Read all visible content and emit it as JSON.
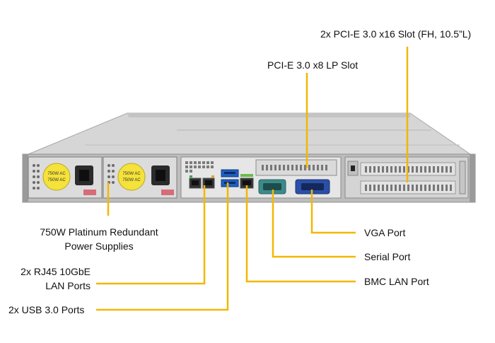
{
  "labels": {
    "pcie_x16": "2x PCI-E 3.0 x16 Slot (FH, 10.5”L)",
    "pcie_x8": "PCI-E 3.0 x8 LP Slot",
    "psu_line1": "750W Platinum Redundant",
    "psu_line2": "Power Supplies",
    "rj45_line1": "2x RJ45 10GbE",
    "rj45_line2": "LAN Ports",
    "usb": "2x USB 3.0 Ports",
    "vga": "VGA Port",
    "serial": "Serial Port",
    "bmc": "BMC LAN Port"
  },
  "psu_sticker_text": "750W AC",
  "colors": {
    "callout": "#f2b705",
    "chassis": "#c9c9c9",
    "panel": "#e9e9e9",
    "usb_blue": "#1f5fbf",
    "vga_blue": "#2b4fa8",
    "serial_teal": "#3c8a8a",
    "sticker_yellow": "#f5e23a"
  }
}
